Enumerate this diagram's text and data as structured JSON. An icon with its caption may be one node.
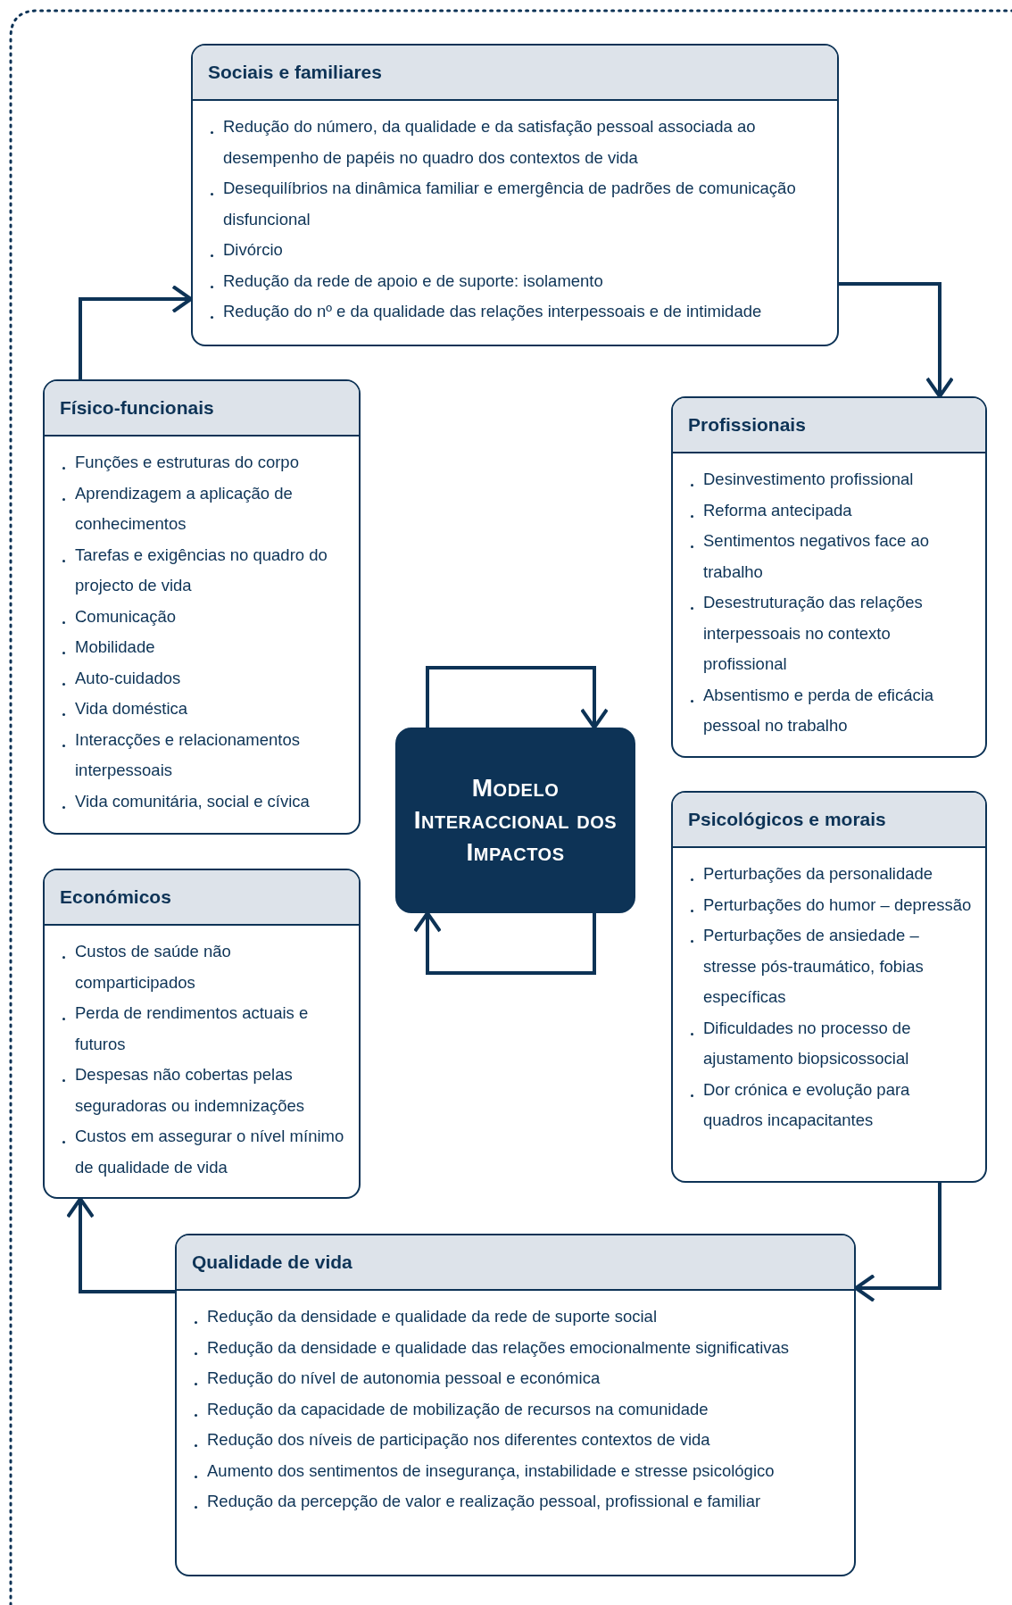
{
  "diagram": {
    "nodes": [
      {
        "text": [
          "Sociais e familiares",
          "Redução do número, da qualidade e da satisfação pessoal associada ao desempenho de papéis no quadro dos contextos de vida",
          "Desequilíbrios na dinâmica familiar e emergência de padrões de comunicação disfuncional",
          "Divórcio",
          "Redução da rede de apoio e de suporte: isolamento",
          "Redução do nº e da qualidade das relações interpessoais e de intimidade"
        ]
      },
      {
        "text": [
          "Físico-funcionais",
          "Funções e estruturas do corpo",
          "Aprendizagem a aplicação de conhecimentos",
          "Tarefas e exigências no quadro do projecto de vida",
          "Comunicação",
          "Mobilidade",
          "Auto-cuidados",
          "Vida doméstica",
          "Interacções e relacionamentos interpessoais",
          "Vida comunitária, social e cívica"
        ]
      },
      {
        "text": [
          "Profissionais",
          "Desinvestimento profissional",
          "Reforma antecipada",
          "Sentimentos negativos face ao trabalho",
          "Desestruturação das relações interpessoais no contexto profissional",
          "Absentismo e perda de eficácia pessoal no trabalho"
        ]
      },
      {
        "text": [
          "Modelo Interaccional dos Impactos"
        ]
      },
      {
        "text": [
          "Psicológicos e morais",
          "Perturbações da personalidade",
          "Perturbações do humor – depressão",
          "Perturbações de ansiedade – stresse pós-traumático, fobias específicas",
          "Dificuldades no processo de ajustamento biopsicossocial",
          "Dor crónica e evolução para quadros incapacitantes"
        ]
      },
      {
        "text": [
          "Económicos",
          "Custos de saúde não comparticipados",
          "Perda de rendimentos actuais e futuros",
          "Despesas não cobertas pelas seguradoras ou indemnizações",
          "Custos em assegurar o nível mínimo de qualidade de vida"
        ]
      },
      {
        "text": [
          "Qualidade de vida",
          "Redução da densidade e qualidade da rede de suporte social",
          "Redução da densidade e qualidade das relações emocionalmente significativas",
          "Redução do nível de autonomia pessoal e económica",
          "Redução da capacidade de mobilização de recursos na comunidade",
          "Redução dos níveis de participação nos diferentes contextos de vida",
          "Aumento dos sentimentos de insegurança, instabilidade e stresse psicológico",
          "Redução da percepção de valor e realização pessoal, profissional e familiar"
        ]
      }
    ],
    "edges": [
      {
        "from": 1,
        "to": 0,
        "arrow": "to"
      },
      {
        "from": 0,
        "to": 2,
        "arrow": "to"
      },
      {
        "from": 4,
        "to": 6,
        "arrow": "to"
      },
      {
        "from": 6,
        "to": 5,
        "arrow": "to"
      },
      {
        "from": 3,
        "to": 3,
        "arrow": "to"
      },
      {
        "from": 3,
        "to": 3,
        "arrow": "to"
      }
    ]
  }
}
